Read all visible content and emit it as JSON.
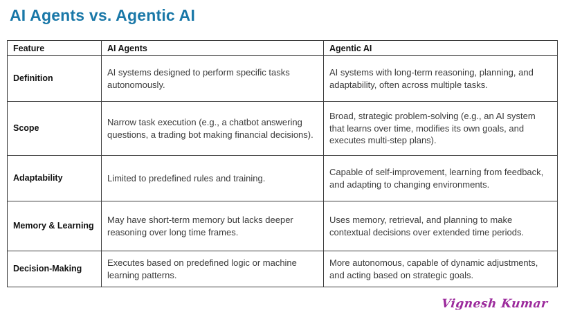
{
  "page": {
    "title": "AI Agents vs. Agentic AI",
    "signature": "Vignesh Kumar"
  },
  "colors": {
    "title": "#1a78a8",
    "table_border": "#3d3d3d",
    "body_text": "#3a3a3a",
    "signature": "#9c2a9c",
    "background": "#ffffff"
  },
  "table": {
    "columns": [
      "Feature",
      "AI Agents",
      "Agentic AI"
    ],
    "rows": [
      {
        "feature": "Definition",
        "ai_agents": "AI systems designed to perform specific tasks autonomously.",
        "agentic_ai": "AI systems with long-term reasoning, planning, and adaptability, often across multiple tasks."
      },
      {
        "feature": "Scope",
        "ai_agents": "Narrow task execution (e.g., a chatbot answering questions, a trading bot making financial decisions).",
        "agentic_ai": "Broad, strategic problem-solving (e.g., an AI system that learns over time, modifies its own goals, and executes multi-step plans)."
      },
      {
        "feature": "Adaptability",
        "ai_agents": "Limited to predefined rules and training.",
        "agentic_ai": "Capable of self-improvement, learning from feedback, and adapting to changing environments."
      },
      {
        "feature": "Memory & Learning",
        "ai_agents": "May have short-term memory but lacks deeper reasoning over long time frames.",
        "agentic_ai": "Uses memory, retrieval, and planning to make contextual decisions over extended time periods."
      },
      {
        "feature": "Decision-Making",
        "ai_agents": "Executes based on predefined logic or machine learning patterns.",
        "agentic_ai": "More autonomous, capable of dynamic adjustments, and acting based on strategic goals."
      }
    ]
  }
}
